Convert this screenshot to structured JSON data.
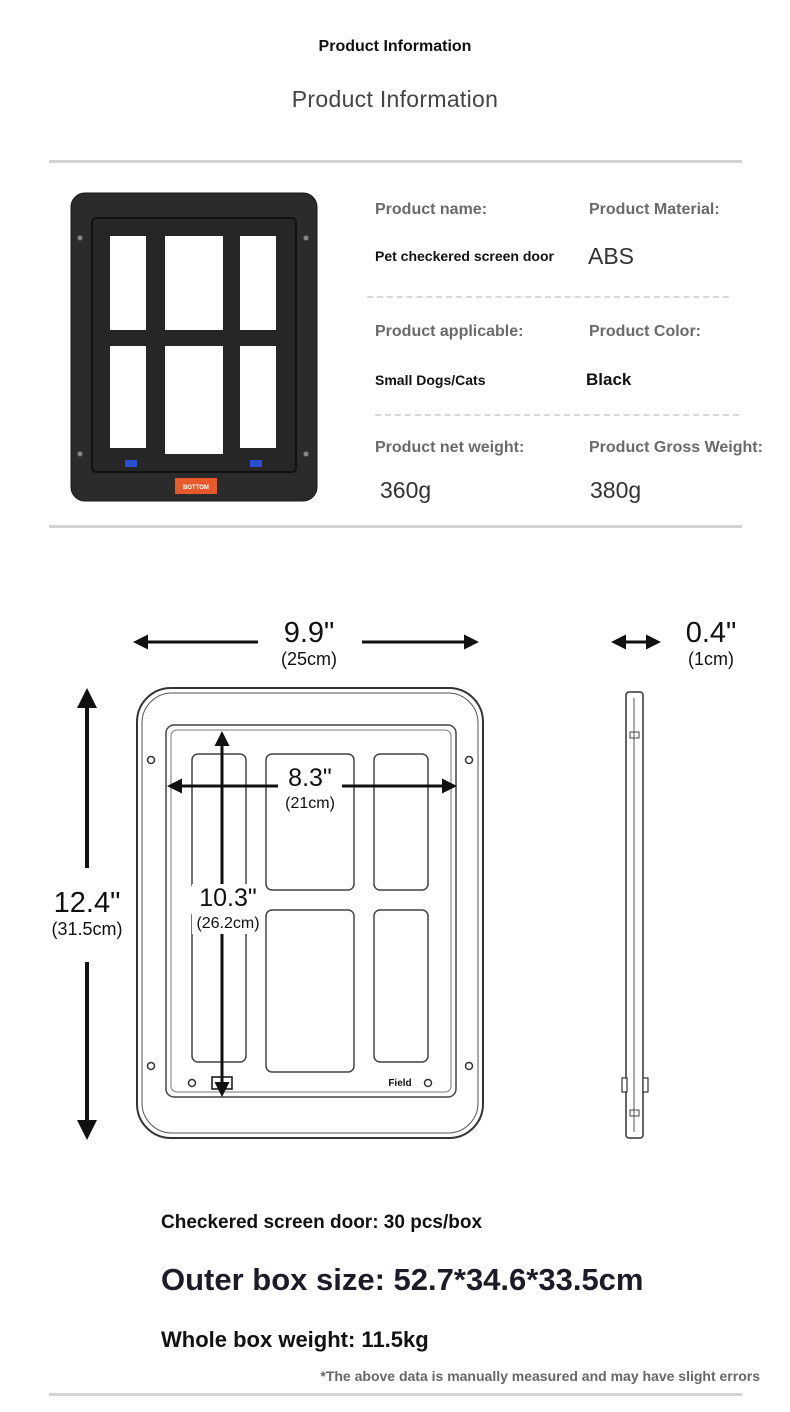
{
  "header": {
    "title": "Product Information",
    "subtitle": "Product Information"
  },
  "specs": {
    "name_label": "Product name:",
    "name_value": "Pet checkered screen door",
    "material_label": "Product Material:",
    "material_value": "ABS",
    "applicable_label": "Product applicable:",
    "applicable_value": "Small Dogs/Cats",
    "color_label": "Product Color:",
    "color_value": "Black",
    "net_weight_label": "Product net weight:",
    "net_weight_value": "360g",
    "gross_weight_label": "Product Gross Weight:",
    "gross_weight_value": "380g"
  },
  "photo": {
    "tag": "BOTTOM",
    "tag_color": "#e85a2c",
    "frame_color": "#2b2b2b"
  },
  "dimensions": {
    "width_in": "9.9\"",
    "width_cm": "(25cm)",
    "depth_in": "0.4\"",
    "depth_cm": "(1cm)",
    "height_in": "12.4\"",
    "height_cm": "(31.5cm)",
    "inner_width_in": "8.3\"",
    "inner_width_cm": "(21cm)",
    "inner_height_in": "10.3\"",
    "inner_height_cm": "(26.2cm)",
    "field_label": "Field"
  },
  "packing": {
    "qty": "Checkered screen door: 30 pcs/box",
    "outer_box": "Outer box size: 52.7*34.6*33.5cm",
    "box_weight": "Whole box weight: 11.5kg",
    "note": "*The above data is manually measured and may have slight errors"
  }
}
